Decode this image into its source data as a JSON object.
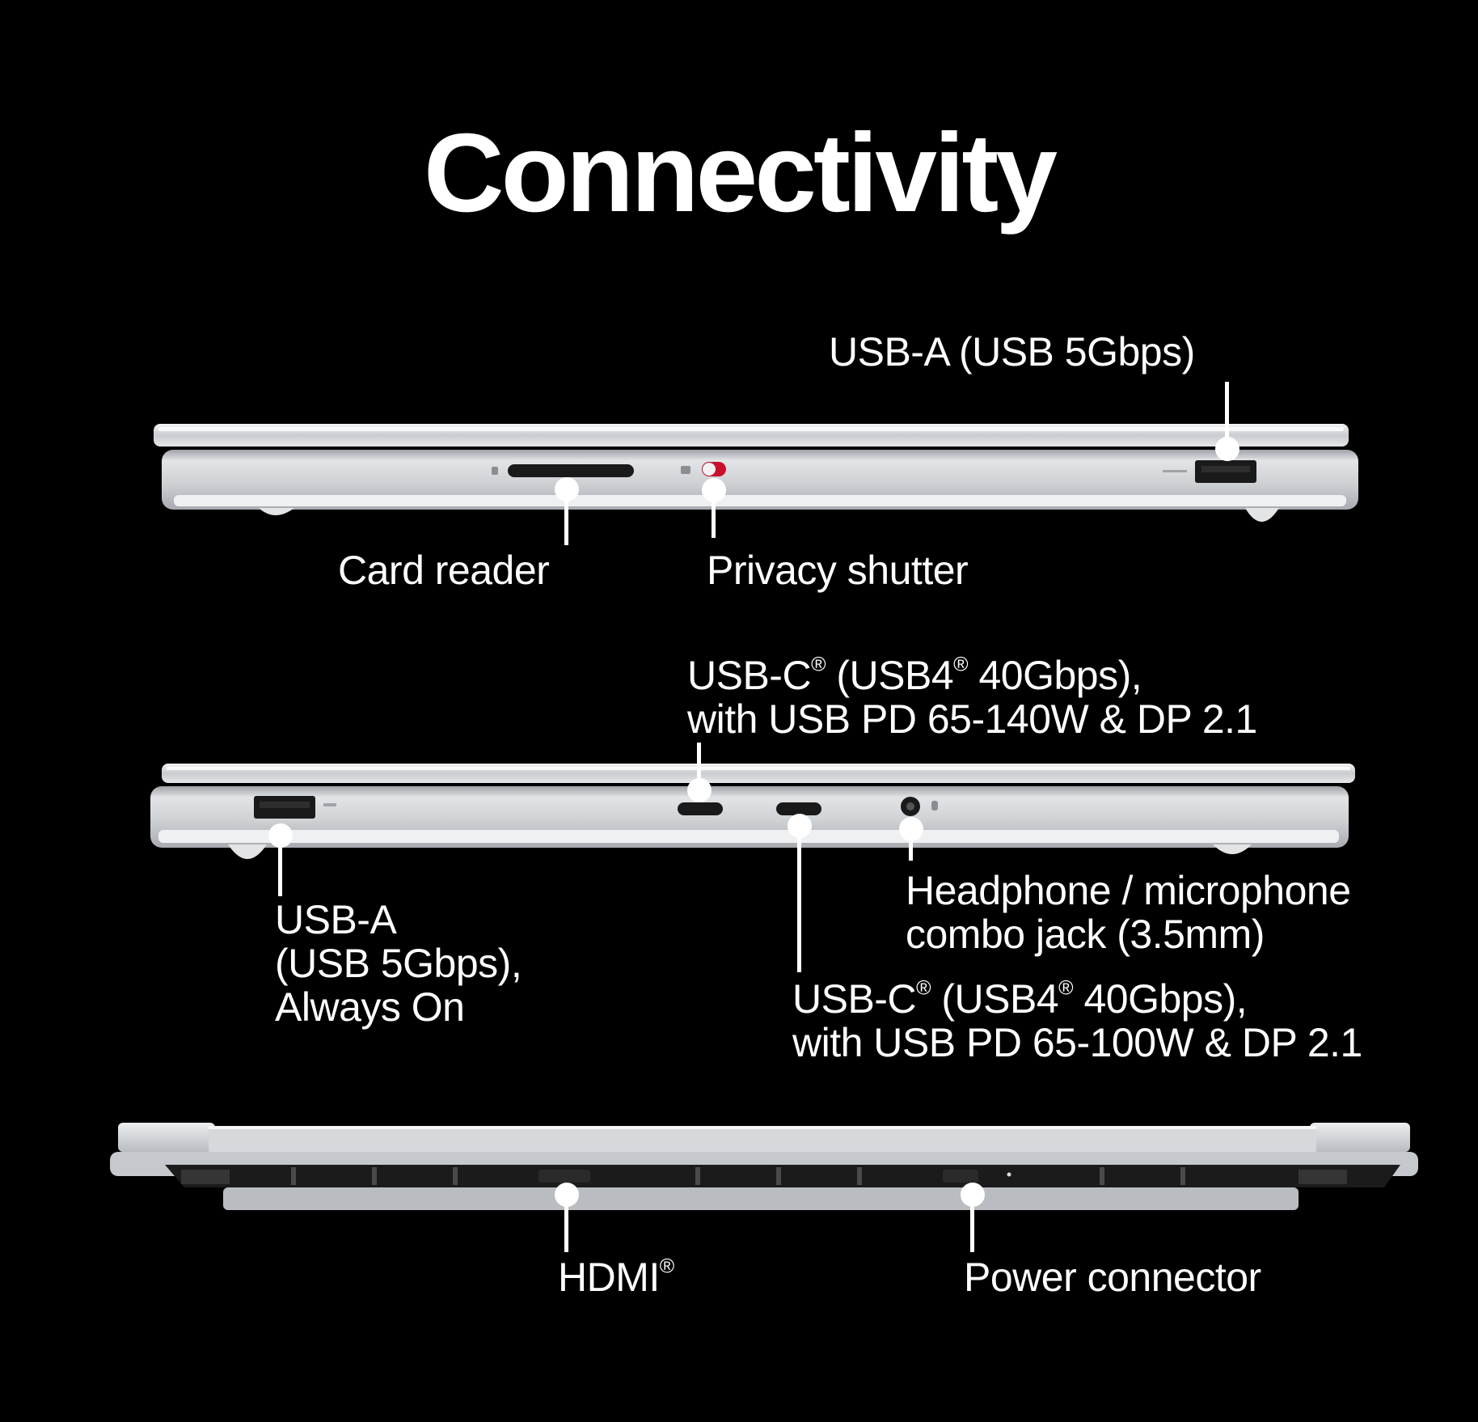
{
  "title": "Connectivity",
  "views": {
    "right_side": {
      "usb_a": "USB-A (USB 5Gbps)",
      "card_reader": "Card reader",
      "privacy_shutter": "Privacy shutter"
    },
    "left_side": {
      "usbc_1": {
        "line1_pre": "USB-C",
        "line1_mid": " (USB4",
        "line1_post": " 40Gbps),",
        "line2": "with USB PD 65-140W & DP 2.1"
      },
      "usb_a": {
        "line1": "USB-A",
        "line2": "(USB 5Gbps),",
        "line3": "Always On"
      },
      "audio_jack": {
        "line1": "Headphone / microphone",
        "line2": "combo jack (3.5mm)"
      },
      "usbc_2": {
        "line1_pre": "USB-C",
        "line1_mid": " (USB4",
        "line1_post": " 40Gbps),",
        "line2": "with USB PD 65-100W & DP 2.1"
      }
    },
    "rear": {
      "hdmi": "HDMI",
      "power": "Power connector"
    }
  },
  "registered_mark": "®",
  "colors": {
    "background": "#000000",
    "text": "#ffffff",
    "chassis": "#d9dbde",
    "privacy_accent": "#c8102e"
  }
}
